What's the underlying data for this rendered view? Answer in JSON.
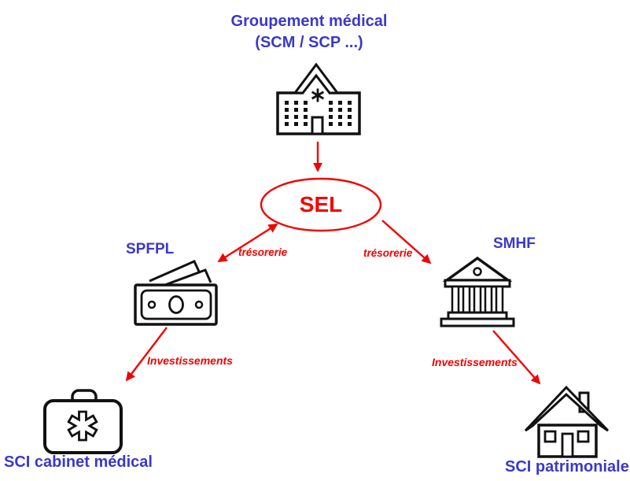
{
  "title_line1": "Groupement médical",
  "title_line2": "(SCM / SCP ...)",
  "nodes": {
    "sel": "SEL",
    "spfpl": "SPFPL",
    "smhf": "SMHF",
    "sci_left": "SCI cabinet médical",
    "sci_right": "SCI patrimoniale"
  },
  "edges": {
    "treasury_left": "trésorerie",
    "treasury_right": "trésorerie",
    "invest_left": "Investissements",
    "invest_right": "Investissements"
  },
  "icons": {
    "groupement": "hospital-icon",
    "spfpl": "banknote-icon",
    "smhf": "bank-icon",
    "sci_left": "medical-bag-icon",
    "sci_right": "house-icon"
  },
  "colors": {
    "blue": "#3b38cc",
    "red": "#f40000",
    "ink": "#111111",
    "bg": "#ffffff"
  }
}
